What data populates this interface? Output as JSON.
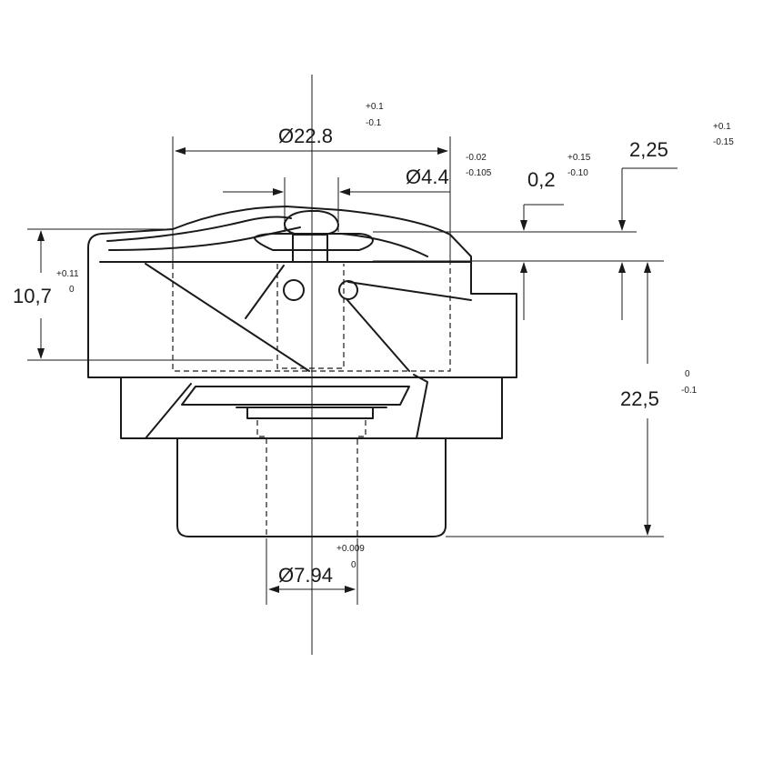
{
  "dimensions": {
    "outer_diameter": {
      "value": "Ø22.8",
      "tol_upper": "+0.1",
      "tol_lower": "-0.1"
    },
    "hole_diameter": {
      "value": "Ø4.4",
      "tol_upper": "-0.02",
      "tol_lower": "-0.105"
    },
    "gap": {
      "value": "0,2",
      "tol_upper": "+0.15",
      "tol_lower": "-0.10"
    },
    "top_offset": {
      "value": "2,25",
      "tol_upper": "+0.1",
      "tol_lower": "-0.15"
    },
    "left_height": {
      "value": "10,7",
      "tol_upper": "+0.11",
      "tol_lower": "0"
    },
    "total_height": {
      "value": "22,5",
      "tol_upper": "0",
      "tol_lower": "-0.1"
    },
    "shaft_diameter": {
      "value": "Ø7.94",
      "tol_upper": "+0.009",
      "tol_lower": "0"
    }
  }
}
